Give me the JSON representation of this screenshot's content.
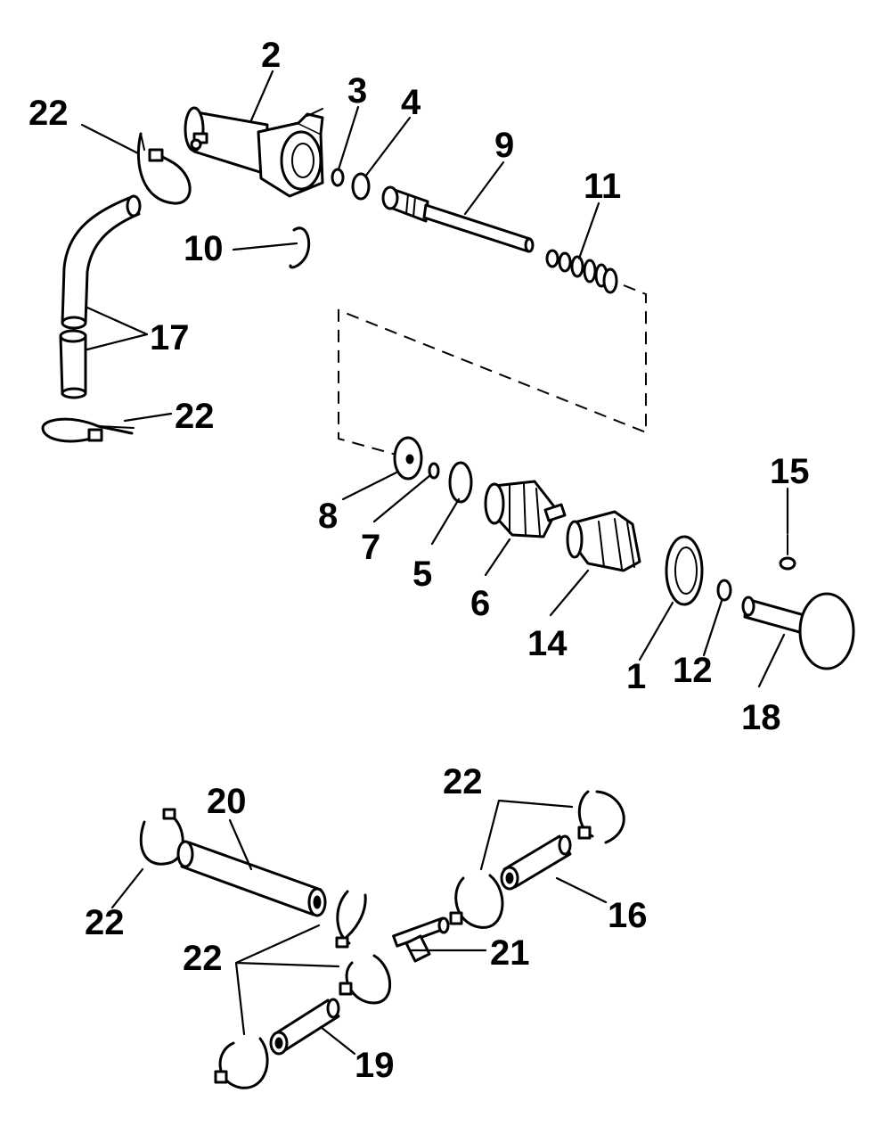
{
  "callouts": [
    {
      "id": "c2",
      "text": "2"
    },
    {
      "id": "c3",
      "text": "3"
    },
    {
      "id": "c4",
      "text": "4"
    },
    {
      "id": "c9",
      "text": "9"
    },
    {
      "id": "c11",
      "text": "11"
    },
    {
      "id": "c22a",
      "text": "22"
    },
    {
      "id": "c10",
      "text": "10"
    },
    {
      "id": "c17",
      "text": "17"
    },
    {
      "id": "c22b",
      "text": "22"
    },
    {
      "id": "c15",
      "text": "15"
    },
    {
      "id": "c8",
      "text": "8"
    },
    {
      "id": "c7",
      "text": "7"
    },
    {
      "id": "c5",
      "text": "5"
    },
    {
      "id": "c6",
      "text": "6"
    },
    {
      "id": "c14",
      "text": "14"
    },
    {
      "id": "c1",
      "text": "1"
    },
    {
      "id": "c12",
      "text": "12"
    },
    {
      "id": "c18",
      "text": "18"
    },
    {
      "id": "c20",
      "text": "20"
    },
    {
      "id": "c22c",
      "text": "22"
    },
    {
      "id": "c22d",
      "text": "22"
    },
    {
      "id": "c16",
      "text": "16"
    },
    {
      "id": "c22e",
      "text": "22"
    },
    {
      "id": "c21",
      "text": "21"
    },
    {
      "id": "c19",
      "text": "19"
    }
  ]
}
